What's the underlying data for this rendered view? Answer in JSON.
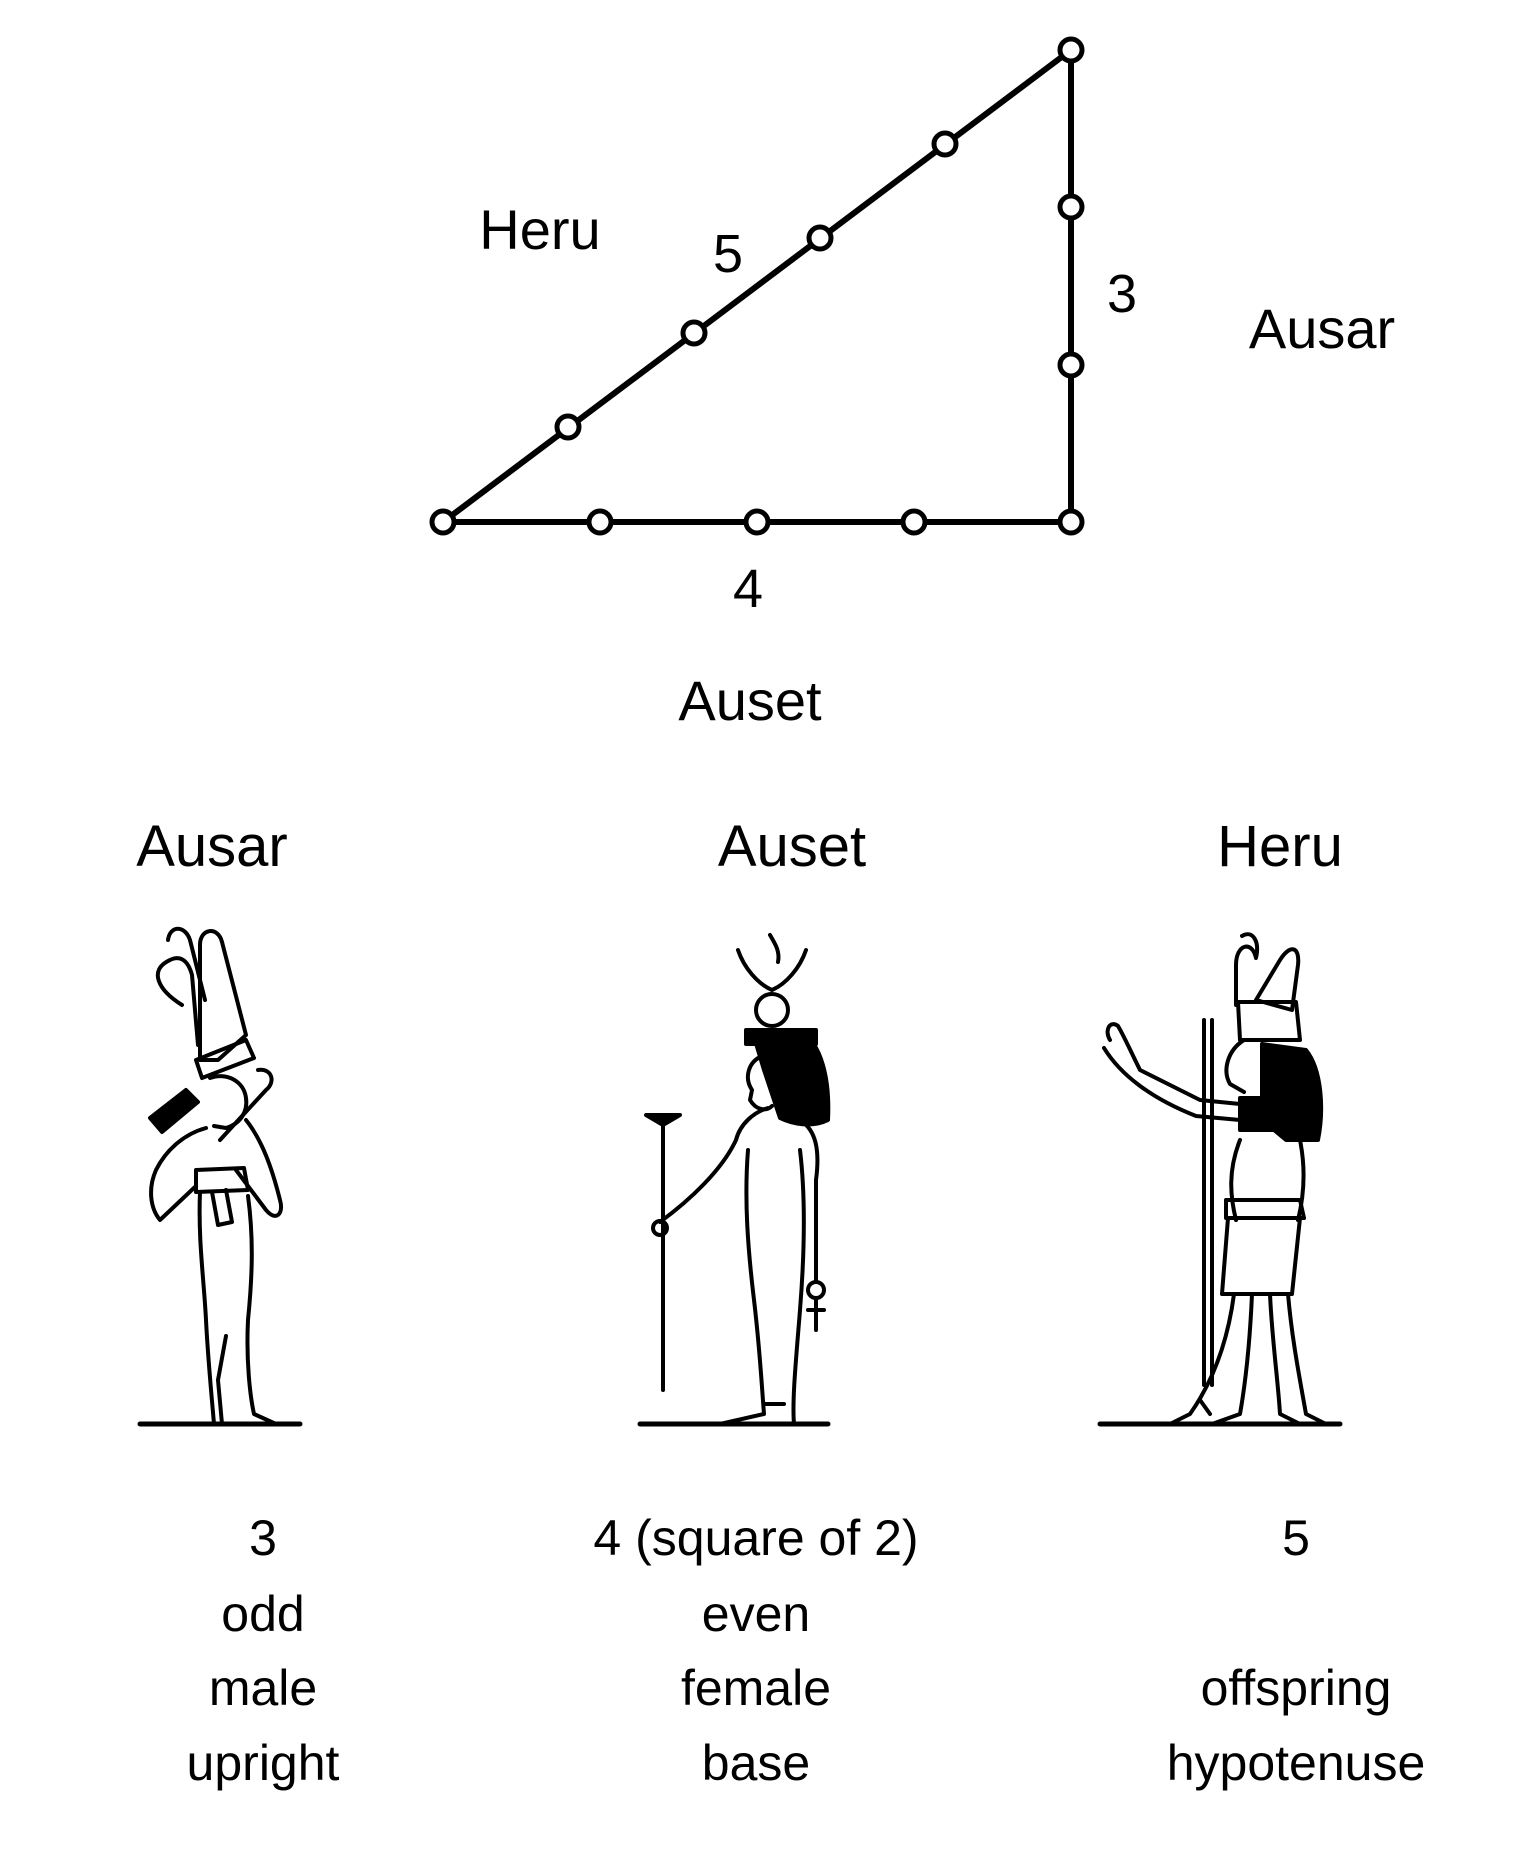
{
  "triangle": {
    "side_labels": {
      "hypotenuse": "5",
      "upright": "3",
      "base": "4"
    },
    "name_labels": {
      "hypotenuse": "Heru",
      "upright": "Ausar",
      "base": "Auset"
    }
  },
  "figures": [
    {
      "name": "Ausar",
      "number": "3",
      "lines": [
        "odd",
        "male",
        "upright"
      ]
    },
    {
      "name": "Auset",
      "number": "4 (square of 2)",
      "lines": [
        "even",
        "female",
        "base"
      ]
    },
    {
      "name": "Heru",
      "number": "5",
      "lines": [
        "",
        "offspring",
        "hypotenuse"
      ]
    }
  ]
}
